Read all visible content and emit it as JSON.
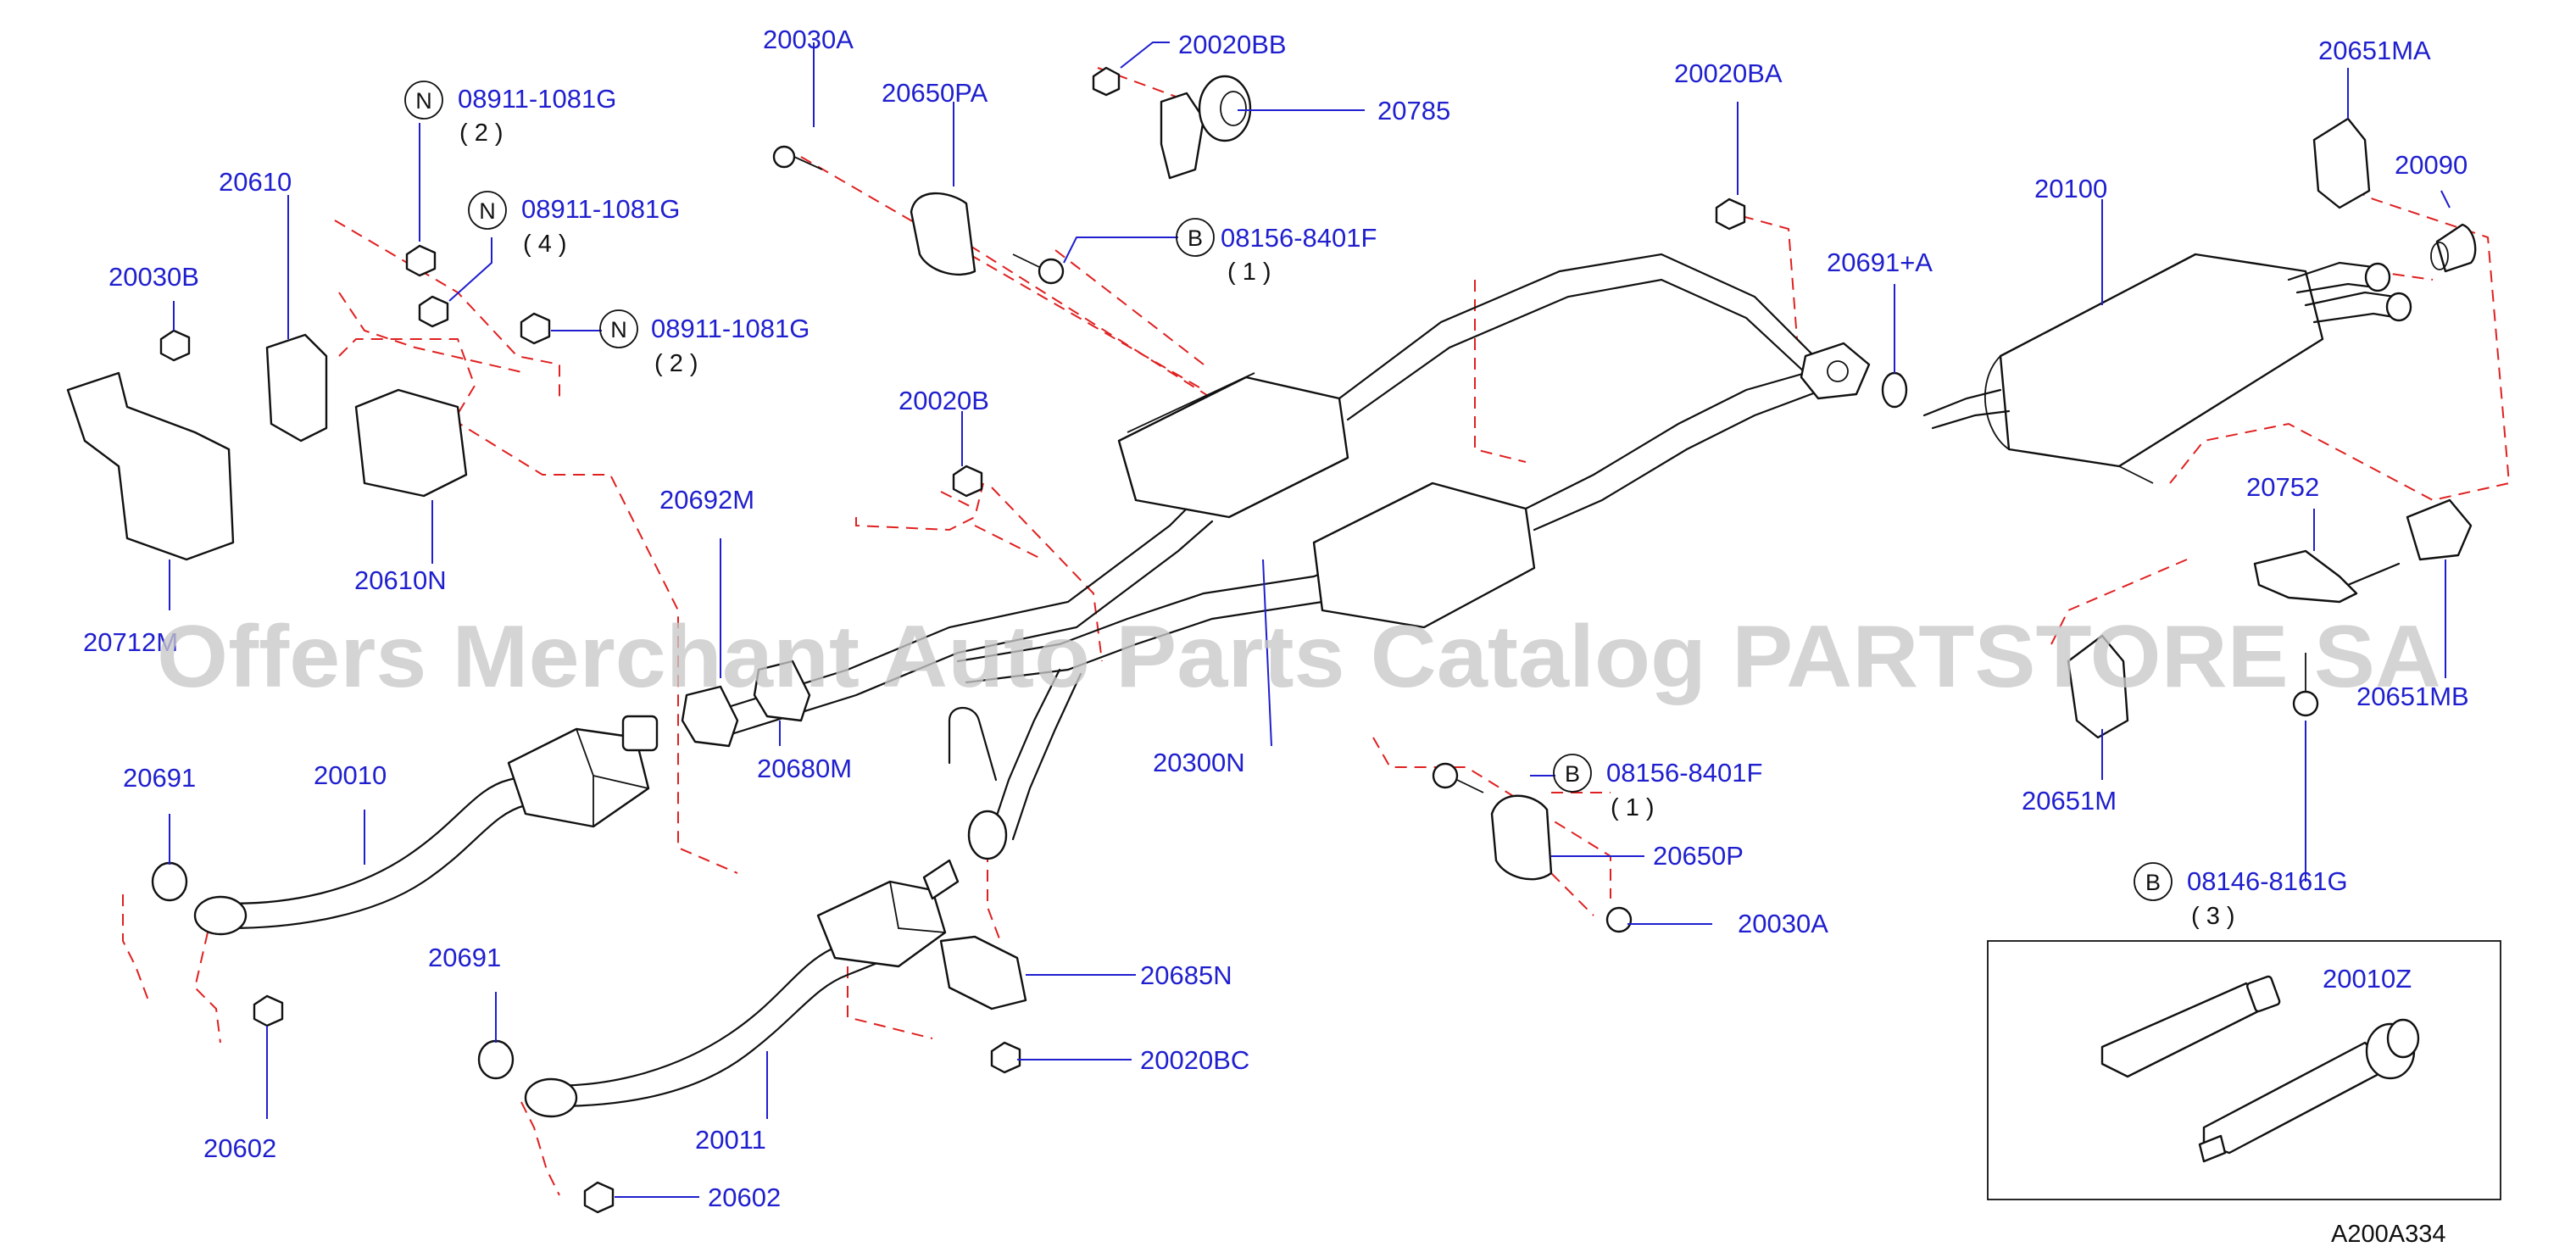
{
  "diagram": {
    "code": "A200A334",
    "watermark": "Offers Merchant Auto Parts Catalog PARTSTORE SA",
    "labels": {
      "p20030A_top": "20030A",
      "p20020BB": "20020BB",
      "p20785": "20785",
      "p20650PA": "20650PA",
      "p08156_top": "08156-8401F",
      "p08156_top_qty": "( 1 )",
      "p20020BA": "20020BA",
      "p20651MA": "20651MA",
      "p20090": "20090",
      "p20100": "20100",
      "p20691A": "20691+A",
      "p08911_a": "08911-1081G",
      "p08911_a_qty": "( 2 )",
      "p08911_b": "08911-1081G",
      "p08911_b_qty": "( 4 )",
      "p08911_c": "08911-1081G",
      "p08911_c_qty": "( 2 )",
      "p20610": "20610",
      "p20030B": "20030B",
      "p20610N": "20610N",
      "p20712M": "20712M",
      "p20020B": "20020B",
      "p20692M": "20692M",
      "p20680M": "20680M",
      "p20300N": "20300N",
      "p20752": "20752",
      "p20651MB": "20651MB",
      "p20651M": "20651M",
      "p08156_mid": "08156-8401F",
      "p08156_mid_qty": "( 1 )",
      "p20650P": "20650P",
      "p20030A_bot": "20030A",
      "p08146": "08146-8161G",
      "p08146_qty": "( 3 )",
      "p20010Z": "20010Z",
      "p20691_a": "20691",
      "p20010": "20010",
      "p20691_b": "20691",
      "p20602_a": "20602",
      "p20011": "20011",
      "p20602_b": "20602",
      "p20685N": "20685N",
      "p20020BC": "20020BC"
    },
    "markers": {
      "n": "N",
      "b": "B"
    },
    "colors": {
      "part_number": "#1f1fcf",
      "dashed_leader": "#e02020",
      "line_art": "#111111",
      "watermark": "#c8c8c8"
    }
  }
}
